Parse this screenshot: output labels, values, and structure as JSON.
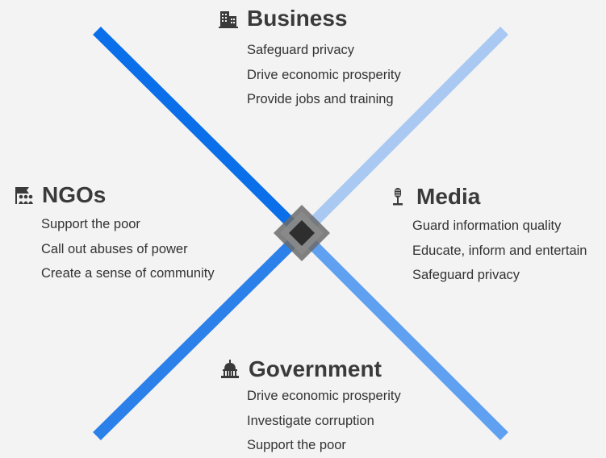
{
  "colors": {
    "background": "#f3f3f4",
    "line_business_government": "#0a6fe8",
    "line_media": "#a9c9f2",
    "line_ngos": "#2b80ea",
    "line_government_right": "#5fa1f0",
    "center_diamond": "#3c3c3c"
  },
  "sections": {
    "business": {
      "icon": "office-building-icon",
      "title": "Business",
      "items": [
        "Safeguard privacy",
        "Drive economic prosperity",
        "Provide jobs and training"
      ]
    },
    "ngos": {
      "icon": "people-flag-icon",
      "title": "NGOs",
      "items": [
        "Support the poor",
        "Call out abuses of power",
        "Create a sense of community"
      ]
    },
    "media": {
      "icon": "microphone-icon",
      "title": "Media",
      "items": [
        "Guard information quality",
        "Educate, inform and entertain",
        "Safeguard privacy"
      ]
    },
    "government": {
      "icon": "capitol-building-icon",
      "title": "Government",
      "items": [
        "Drive economic prosperity",
        "Investigate corruption",
        "Support the poor"
      ]
    }
  }
}
